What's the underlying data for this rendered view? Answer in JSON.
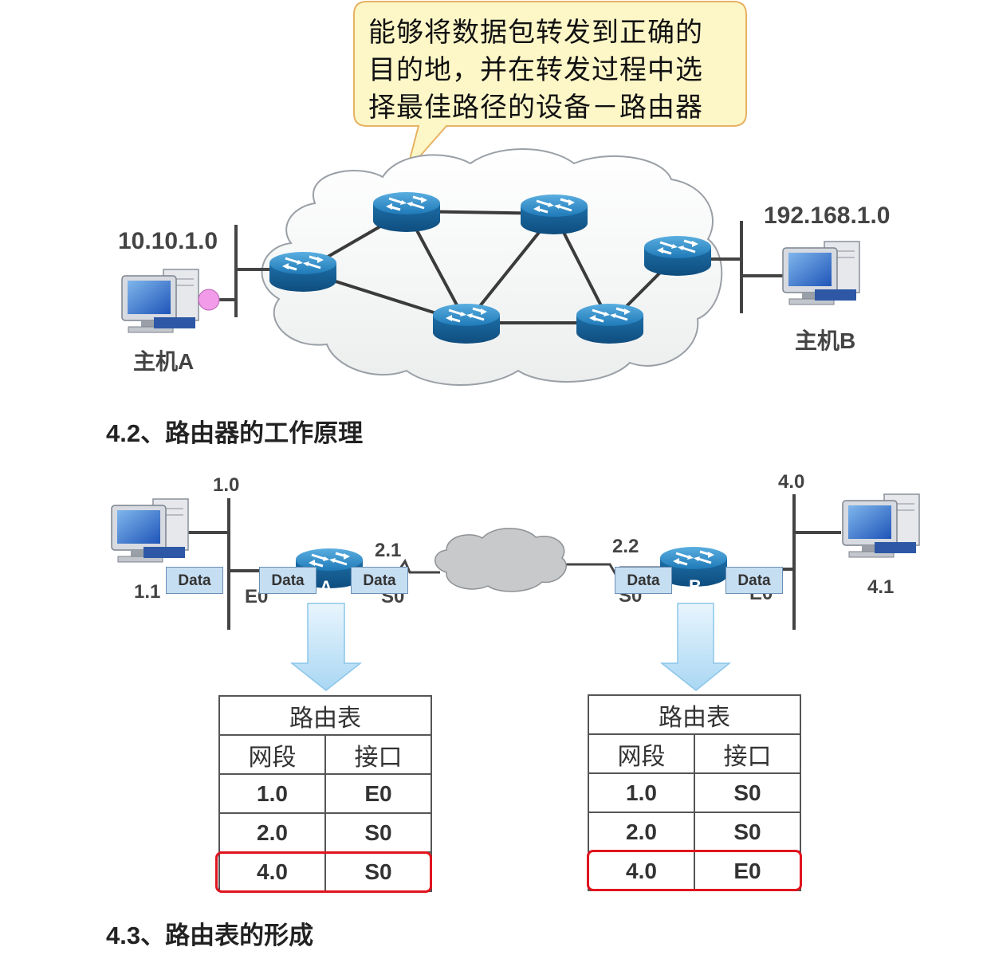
{
  "callout": {
    "lines": [
      "能够将数据包转发到正确的",
      "目的地，并在转发过程中选",
      "择最佳路径的设备－路由器"
    ]
  },
  "top_diagram": {
    "left_network": "10.10.1.0",
    "right_network": "192.168.1.0",
    "host_a": "主机A",
    "host_b": "主机B"
  },
  "section_42": "4.2、路由器的工作原理",
  "bottom_diagram": {
    "left_network": "1.0",
    "right_network": "4.0",
    "left_host": "1.1",
    "right_host": "4.1",
    "router_a_serial_addr": "2.1",
    "router_b_serial_addr": "2.2",
    "router_a": "A",
    "router_b": "B",
    "iface_e0": "E0",
    "iface_s0": "S0",
    "data_label": "Data"
  },
  "table_a": {
    "title": "路由表",
    "headers": [
      "网段",
      "接口"
    ],
    "rows": [
      [
        "1.0",
        "E0"
      ],
      [
        "2.0",
        "S0"
      ],
      [
        "4.0",
        "S0"
      ]
    ]
  },
  "table_b": {
    "title": "路由表",
    "headers": [
      "网段",
      "接口"
    ],
    "rows": [
      [
        "1.0",
        "S0"
      ],
      [
        "2.0",
        "S0"
      ],
      [
        "4.0",
        "E0"
      ]
    ]
  },
  "section_43": "4.3、路由表的形成",
  "colors": {
    "highlight": "#e0141e",
    "router_blue": "#1f7ab8",
    "callout_fill": "#fdf7c8"
  }
}
